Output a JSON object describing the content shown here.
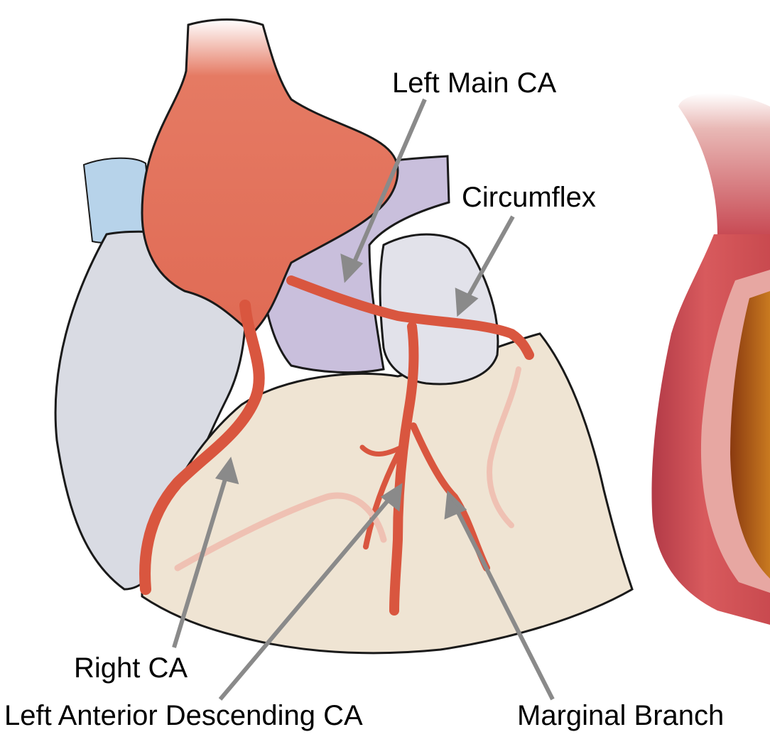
{
  "labels": {
    "left_main": "Left Main CA",
    "circumflex": "Circumflex",
    "right_ca": "Right CA",
    "lad": "Left Anterior Descending CA",
    "marginal": "Marginal Branch"
  },
  "colors": {
    "background": "#ffffff",
    "aorta": "#e57a63",
    "artery": "#d9563f",
    "heart_body": "#efe4d3",
    "right_atrium": "#d9dbe3",
    "pulmonary": "#c9bfdc",
    "left_atrium": "#e2e2ea",
    "svc": "#b7d3ea",
    "outline": "#1a1a1a",
    "pointer": "#8a8a8a",
    "vessel_wall": "#c7474e"
  }
}
